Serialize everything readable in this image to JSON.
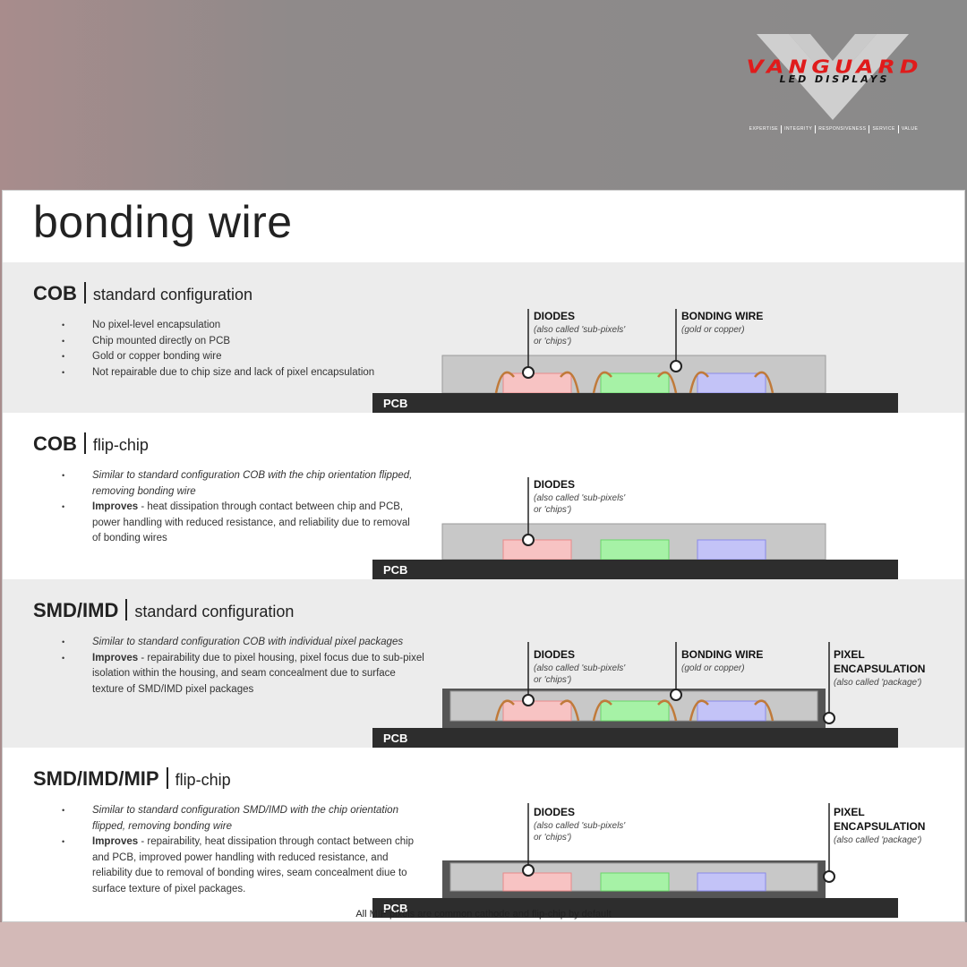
{
  "brand": {
    "name": "VANGUARD",
    "sub": "LED DISPLAYS",
    "values": [
      "EXPERTISE",
      "INTEGRITY",
      "RESPONSIVENESS",
      "SERVICE",
      "VALUE"
    ]
  },
  "title": "bonding wire",
  "labels": {
    "pcb": "PCB",
    "diodes": "DIODES",
    "diodes_note1": "(also called 'sub-pixels'",
    "diodes_note2": "or 'chips')",
    "bonding": "BONDING WIRE",
    "bonding_note": "(gold or copper)",
    "pixel1": "PIXEL",
    "pixel2": "ENCAPSULATION",
    "pixel_note": "(also called 'package')"
  },
  "sections": [
    {
      "name": "COB",
      "config": "standard configuration",
      "bullets": [
        "No pixel-level encapsulation",
        "Chip mounted directly on PCB",
        "Gold or copper bonding wire",
        "Not repairable due to chip size and lack of pixel encapsulation"
      ]
    },
    {
      "name": "COB",
      "config": "flip-chip",
      "bullet1": "Similar to standard configuration COB with the chip orientation flipped, removing bonding wire",
      "bold": "Improves",
      "bullet2": " - heat dissipation through contact between chip and PCB, power handling with reduced resistance,  and reliability due to removal of bonding wires"
    },
    {
      "name": "SMD/IMD",
      "config": "standard configuration",
      "bullet1": "Similar to standard configuration COB with individual pixel packages",
      "bold": "Improves",
      "bullet2": " - repairability due to pixel housing, pixel focus due to sub-pixel isolation within the housing, and seam concealment due to surface texture of SMD/IMD pixel packages"
    },
    {
      "name": "SMD/IMD/MIP",
      "config": "flip-chip",
      "bullet1": "Similar to standard configuration SMD/IMD with the chip orientation flipped, removing bonding wire",
      "bold": "Improves",
      "bullet2": " - repairability, heat dissipation through contact between chip and PCB, improved power handling with reduced resistance, and reliability due to removal of bonding wires, seam concealment diue to surface texture of pixel packages."
    }
  ],
  "footnote": "All MIP pixels are common cathode and flip-chip by default",
  "colors": {
    "pcb": "#2d2d2d",
    "housing": "#c8c8c8",
    "red_chip": "#f7c3c3",
    "green_chip": "#a6f2a6",
    "blue_chip": "#c3c3f7",
    "wire": "#c07a3a",
    "logo_red": "#e01b1b"
  }
}
